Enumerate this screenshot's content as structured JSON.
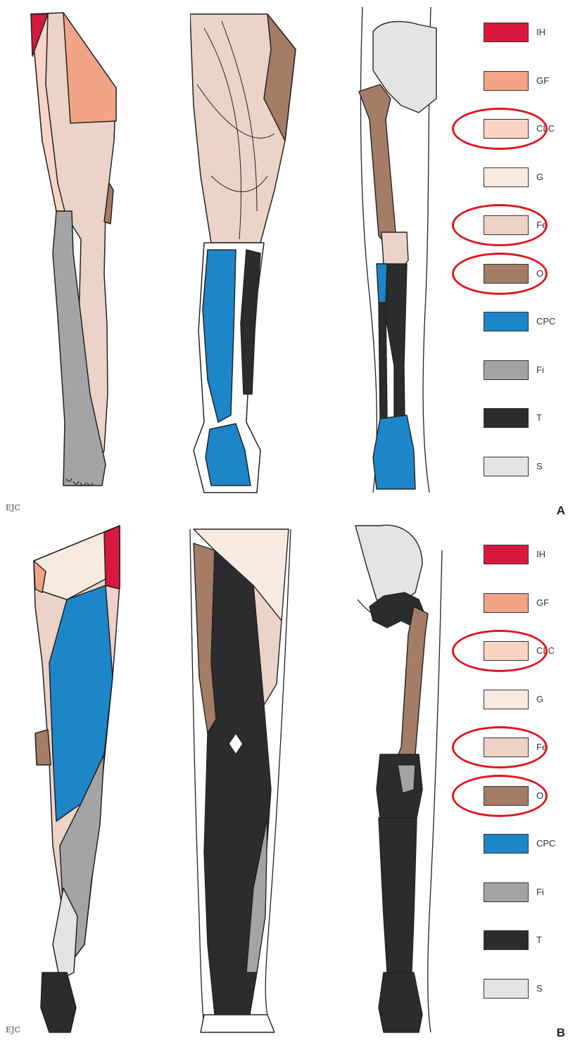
{
  "colors": {
    "IH": "#d7193e",
    "GF": "#f2a486",
    "CLC": "#f9d4c5",
    "G": "#f8eae0",
    "Fe": "#ebd3c8",
    "O": "#a57c66",
    "CPC": "#1d86c8",
    "Fi": "#a3a4a6",
    "T": "#2a2c2e",
    "S": "#e4e4e4",
    "highlight": "#e3141f",
    "bone": "#e2e2e2"
  },
  "panels": [
    {
      "letter": "A",
      "credit": "EJC",
      "legend": [
        {
          "code": "IH",
          "label": "IH",
          "highlighted": false
        },
        {
          "code": "GF",
          "label": "GF",
          "highlighted": false
        },
        {
          "code": "CLC",
          "label": "CLC",
          "highlighted": true
        },
        {
          "code": "G",
          "label": "G",
          "highlighted": false
        },
        {
          "code": "Fe",
          "label": "Fe",
          "highlighted": true
        },
        {
          "code": "O",
          "label": "O",
          "highlighted": true
        },
        {
          "code": "CPC",
          "label": "CPC",
          "highlighted": false
        },
        {
          "code": "Fi",
          "label": "Fi",
          "highlighted": false
        },
        {
          "code": "T",
          "label": "T",
          "highlighted": false
        },
        {
          "code": "S",
          "label": "S",
          "highlighted": false
        }
      ]
    },
    {
      "letter": "B",
      "credit": "EJC",
      "legend": [
        {
          "code": "IH",
          "label": "IH",
          "highlighted": false
        },
        {
          "code": "GF",
          "label": "GF",
          "highlighted": false
        },
        {
          "code": "CLC",
          "label": "CLC",
          "highlighted": true
        },
        {
          "code": "G",
          "label": "G",
          "highlighted": false
        },
        {
          "code": "Fe",
          "label": "Fe",
          "highlighted": true
        },
        {
          "code": "O",
          "label": "O",
          "highlighted": true
        },
        {
          "code": "CPC",
          "label": "CPC",
          "highlighted": false
        },
        {
          "code": "Fi",
          "label": "Fi",
          "highlighted": false
        },
        {
          "code": "T",
          "label": "T",
          "highlighted": false
        },
        {
          "code": "S",
          "label": "S",
          "highlighted": false
        }
      ]
    }
  ]
}
